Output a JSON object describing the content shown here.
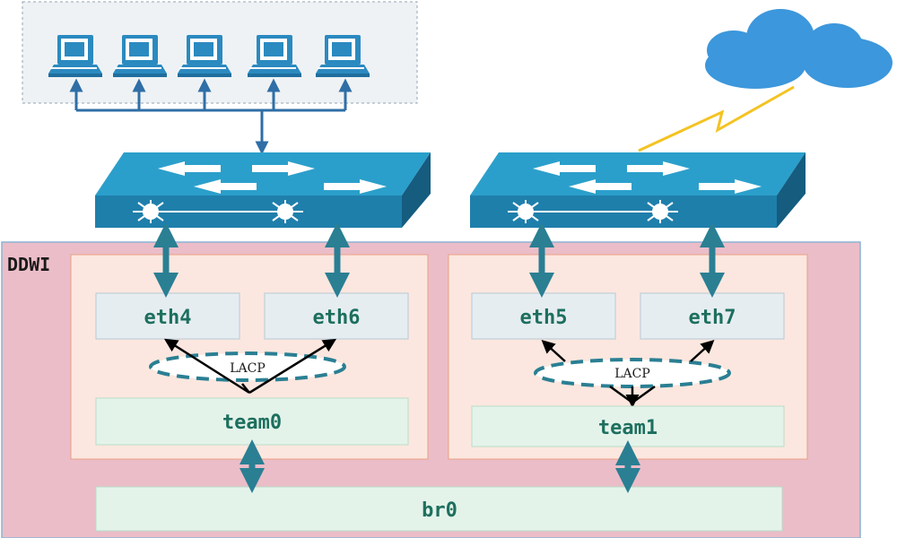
{
  "host_label": "DDWI",
  "interfaces": {
    "eth4": "eth4",
    "eth6": "eth6",
    "eth5": "eth5",
    "eth7": "eth7"
  },
  "teams": {
    "team0": "team0",
    "team1": "team1"
  },
  "lacp": {
    "left": "LACP",
    "right": "LACP"
  },
  "bridge": "br0",
  "workstations": [
    "computer-1",
    "computer-2",
    "computer-3",
    "computer-4",
    "computer-5"
  ],
  "icons": [
    "computer-icon",
    "switch-icon",
    "cloud-icon",
    "lightning-bolt-icon"
  ],
  "colors": {
    "host_fill": "#ebbdc8",
    "group_fill": "#fbe7df",
    "interface_fill": "#e6edf1",
    "team_fill": "#e4f3ea",
    "text_green": "#1d6f5e",
    "switch_top": "#2b9fcb",
    "switch_front": "#1f7fab",
    "switch_side": "#155c7f",
    "link_teal": "#2a7f93",
    "cloud_blue": "#3c97dc",
    "bolt_yellow": "#f4c322",
    "computer_blue": "#2b8ac0"
  }
}
